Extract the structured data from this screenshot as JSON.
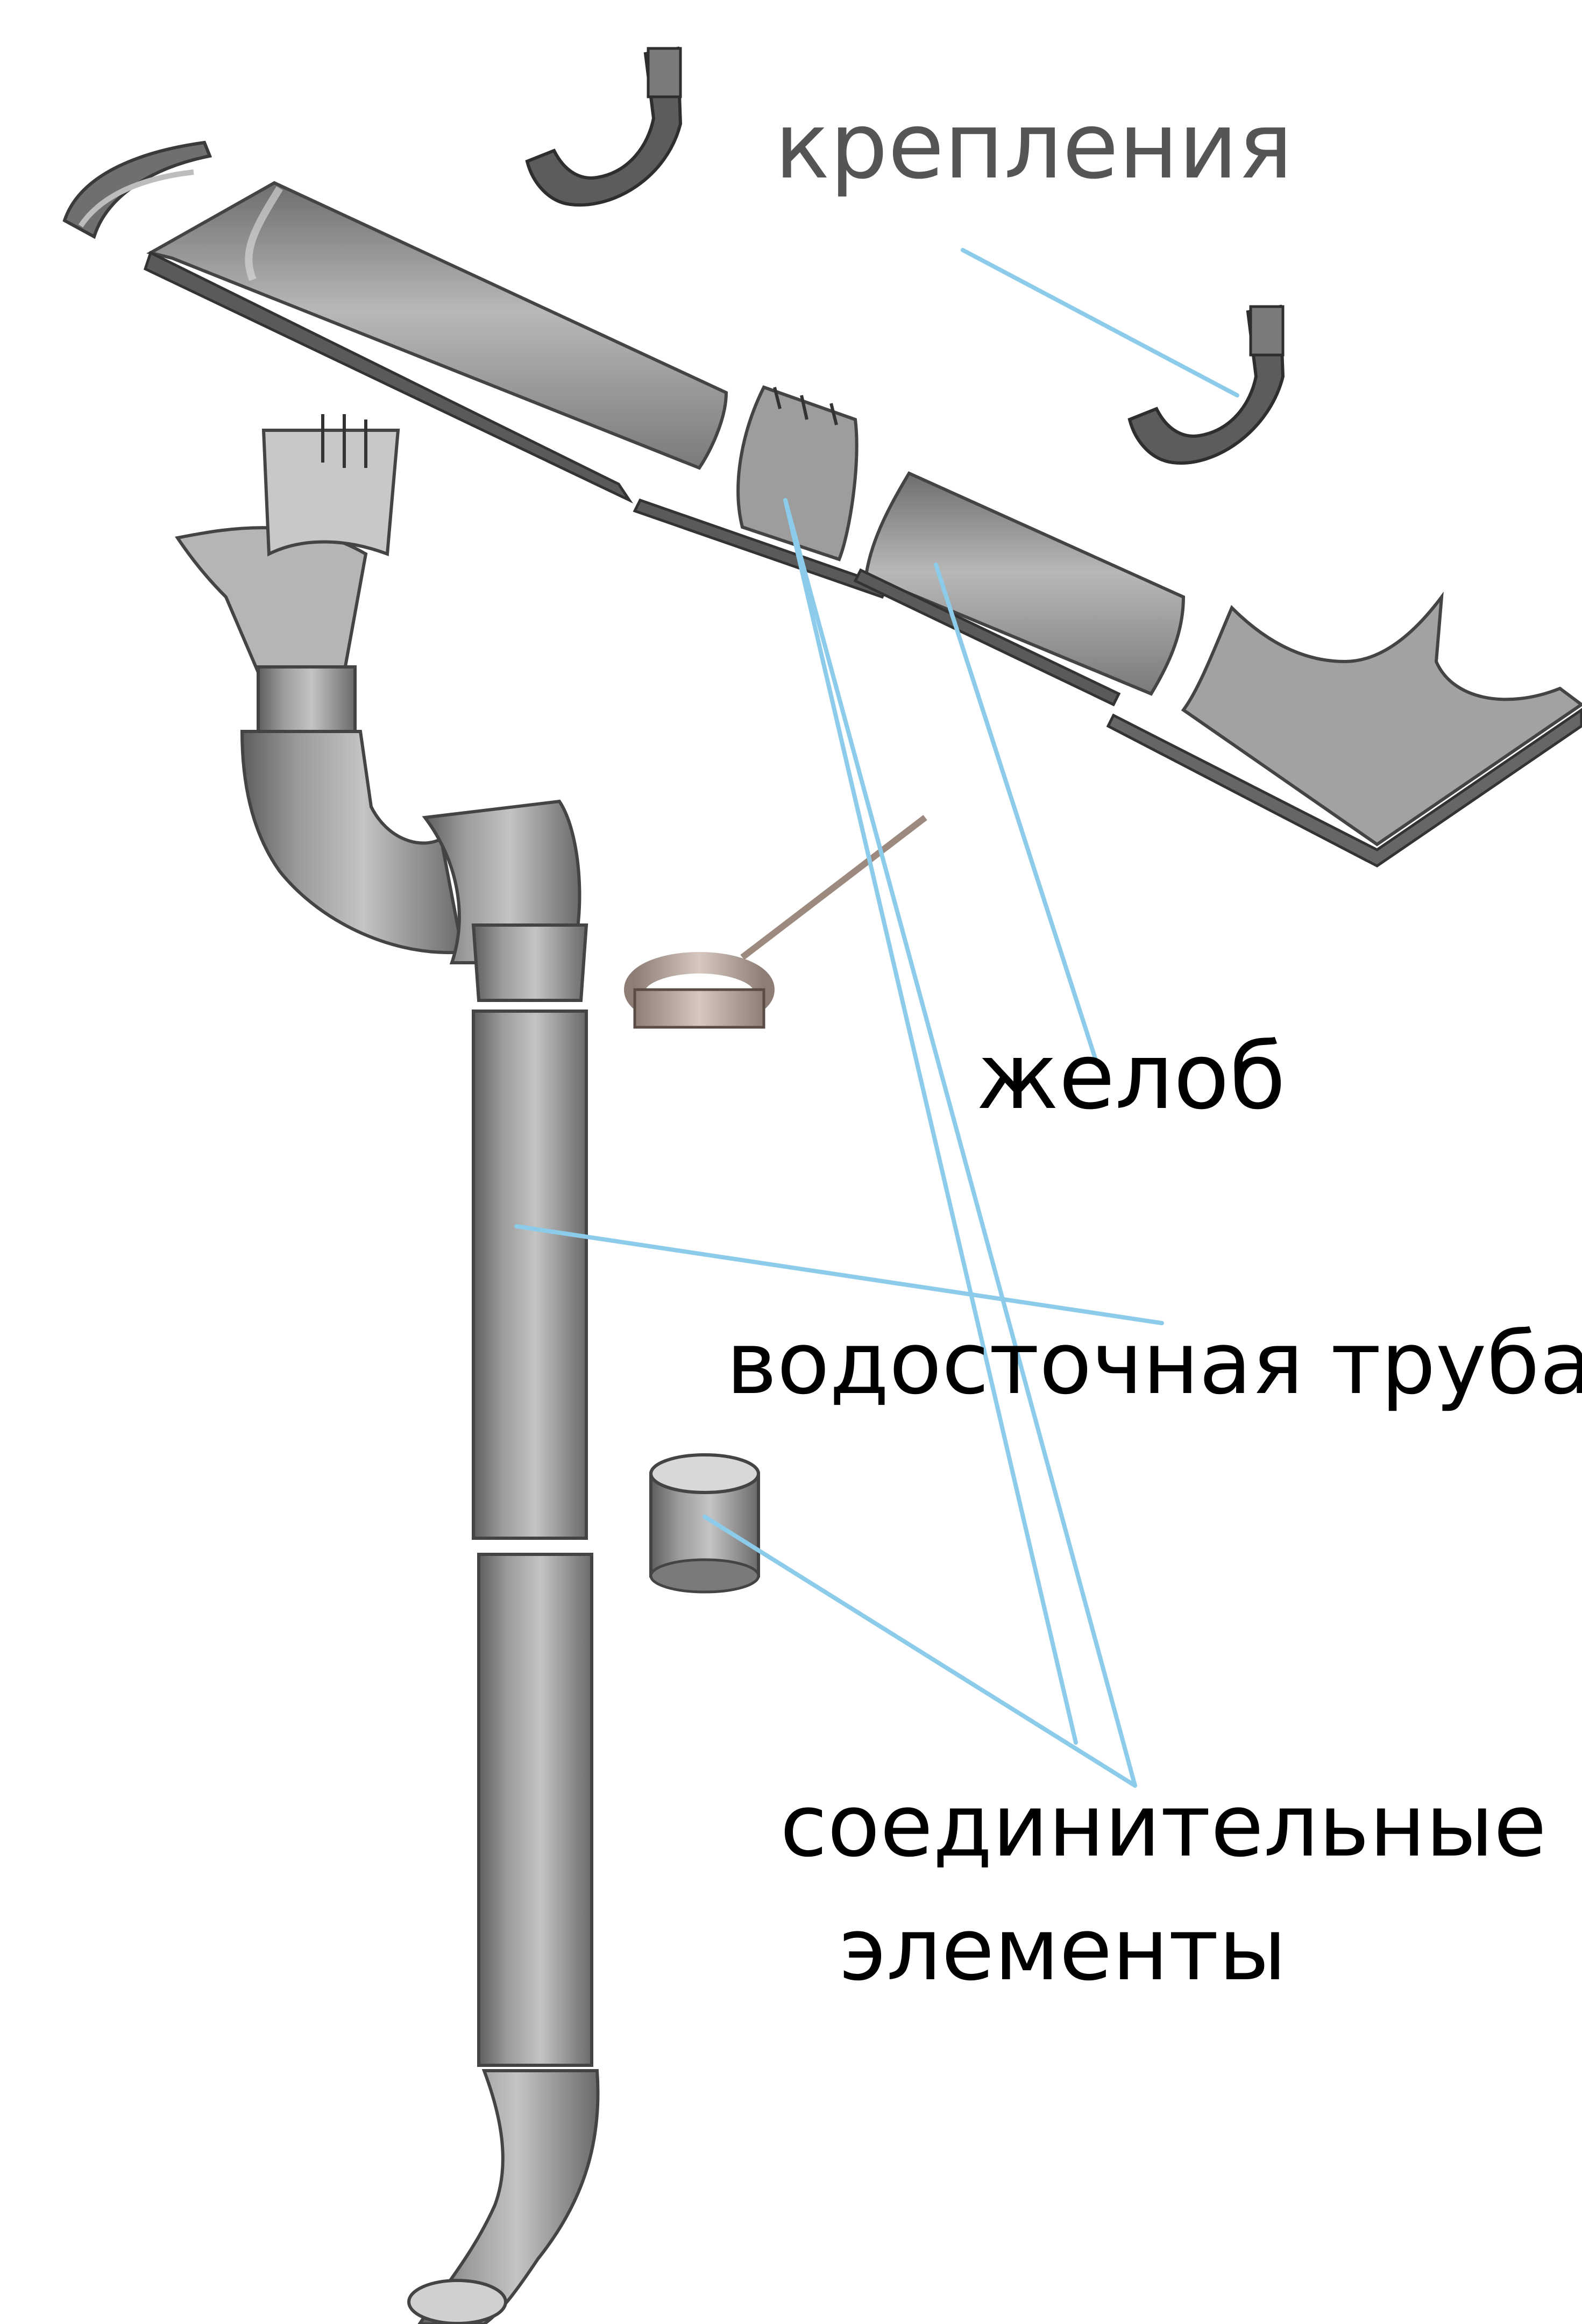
{
  "labels": {
    "fasteners": "крепления",
    "gutter": "желоб",
    "downpipe": "водосточная труба",
    "connectors_line1": "соединительные",
    "connectors_line2": "элементы"
  },
  "colors": {
    "leader": "#8ccbe9",
    "metal_light": "#b9b9b9",
    "metal_mid": "#8f8f8f",
    "metal_dark": "#5e5e5e",
    "clamp": "#b9a79d",
    "text": "#000000",
    "text_gray": "#555555"
  }
}
